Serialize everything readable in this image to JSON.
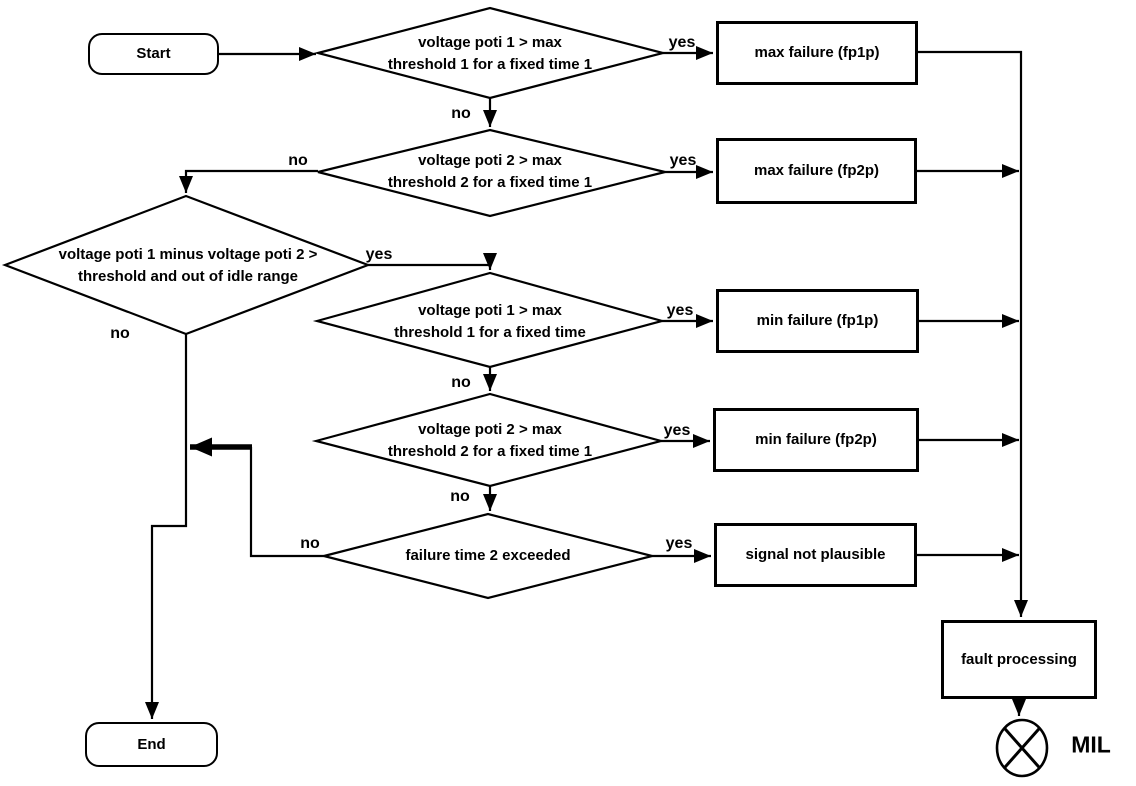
{
  "diagram": {
    "colors": {
      "background": "#ffffff",
      "line": "#000000"
    },
    "nodes": {
      "start": "Start",
      "end": "End",
      "decision_poti1_max_time1": {
        "line1": "voltage poti 1 > max",
        "line2": "threshold 1 for a fixed time 1"
      },
      "decision_poti2_max_time1": {
        "line1": "voltage poti 2 > max",
        "line2": "threshold 2 for a fixed time 1"
      },
      "decision_plausibility": {
        "line1": "voltage poti 1 minus voltage poti 2 >",
        "line2": "threshold and out of  idle range"
      },
      "decision_poti1_max_time": {
        "line1": "voltage poti 1 > max",
        "line2": "threshold 1 for a fixed time"
      },
      "decision_poti2_max_time1b": {
        "line1": "voltage poti 2 > max",
        "line2": "threshold 2 for a fixed time 1"
      },
      "decision_failure_time2": "failure time 2 exceeded",
      "max_failure_fp1p": "max failure (fp1p)",
      "max_failure_fp2p": "max failure (fp2p)",
      "min_failure_fp1p": "min failure (fp1p)",
      "min_failure_fp2p": "min failure (fp2p)",
      "signal_not_plausible": "signal not plausible",
      "fault_processing": "fault processing",
      "mil": "MIL"
    },
    "edge_labels": {
      "d1_yes": "yes",
      "d1_no": "no",
      "d2_yes": "yes",
      "d2_no": "no",
      "plaus_yes": "yes",
      "plaus_no": "no",
      "d3_yes": "yes",
      "d3_no": "no",
      "d4_yes": "yes",
      "d4_no": "no",
      "d5_yes": "yes",
      "d5_no": "no"
    }
  }
}
